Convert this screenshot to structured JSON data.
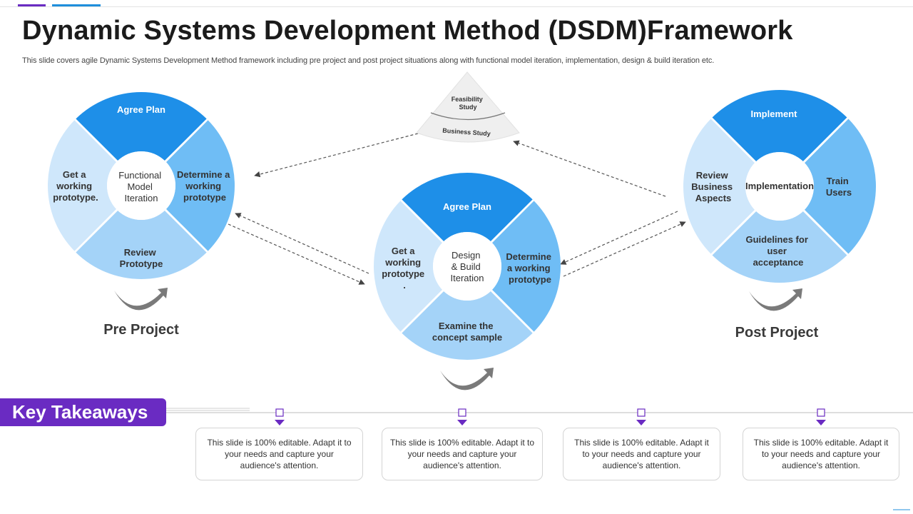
{
  "slide": {
    "title": "Dynamic Systems Development Method (DSDM)Framework",
    "subtitle": "This slide covers agile Dynamic Systems Development Method framework including pre project and post project situations along with functional model iteration, implementation, design & build iteration etc."
  },
  "colors": {
    "accent_purple": "#6a2bc2",
    "accent_blue": "#1f8fdc",
    "segment_dark": "#1e8fe8",
    "segment_medium": "#6fbdf5",
    "segment_light": "#a4d3f8",
    "segment_pale": "#cfe7fb"
  },
  "pre_project": {
    "label": "Pre Project",
    "center": [
      "Functional",
      "Model",
      "Iteration"
    ],
    "segments": {
      "top": [
        "Agree Plan"
      ],
      "right": [
        "Determine a",
        "working",
        "prototype"
      ],
      "bottom": [
        "Review",
        "Prototype"
      ],
      "left": [
        "Get a",
        "working",
        "prototype."
      ]
    }
  },
  "feasibility": {
    "top": [
      "Feasibility",
      "Study"
    ],
    "bottom": "Business Study"
  },
  "design_build": {
    "center": [
      "Design",
      "& Build",
      "Iteration"
    ],
    "segments": {
      "top": [
        "Agree Plan"
      ],
      "right": [
        "Determine",
        "a working",
        "prototype"
      ],
      "bottom": [
        "Examine the",
        "concept sample"
      ],
      "left": [
        "Get a",
        "working",
        "prototype",
        "."
      ]
    }
  },
  "post_project": {
    "label": "Post Project",
    "center": [
      "Implementation"
    ],
    "segments": {
      "top": [
        "Implement"
      ],
      "right": [
        "Train",
        "Users"
      ],
      "bottom": [
        "Guidelines for",
        "user",
        "acceptance"
      ],
      "left": [
        "Review",
        "Business",
        "Aspects"
      ]
    }
  },
  "key_takeaways": {
    "label": "Key Takeaways",
    "cards": [
      "This slide is 100% editable. Adapt it to your needs and capture your audience's attention.",
      "This slide is 100% editable. Adapt it to your needs and capture your audience's attention.",
      "This slide is 100% editable. Adapt it to your needs and capture your audience's attention.",
      "This slide is 100% editable. Adapt it to your needs and capture your audience's attention."
    ]
  }
}
